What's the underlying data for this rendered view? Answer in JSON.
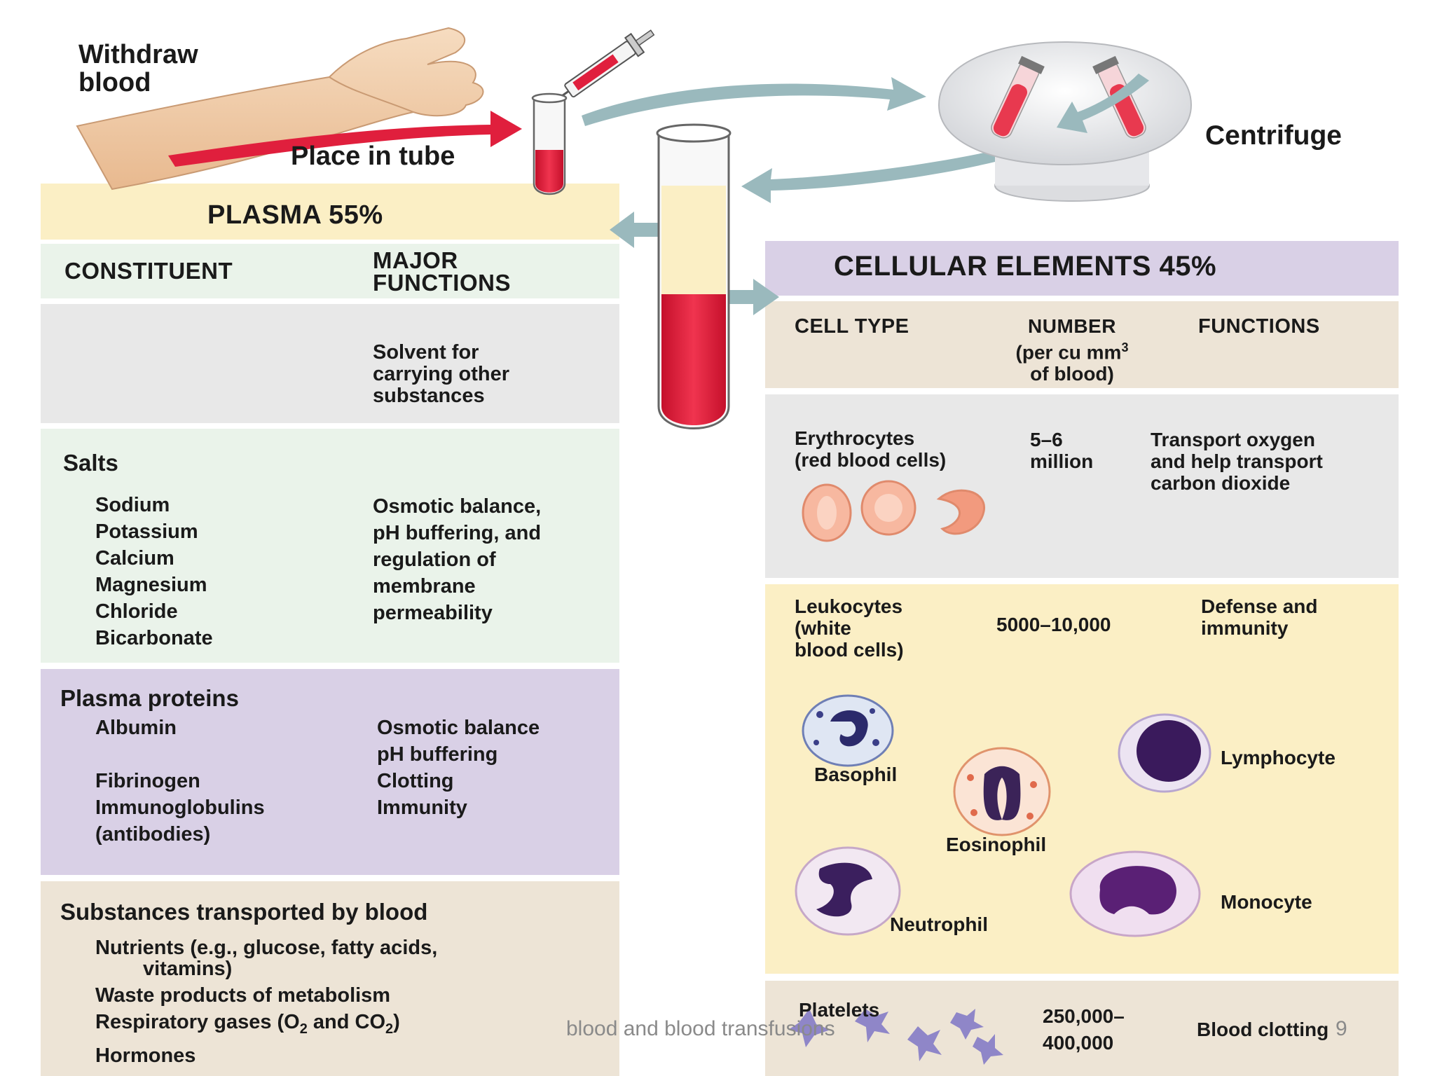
{
  "process": {
    "withdraw": [
      "Withdraw",
      "blood"
    ],
    "place": "Place in tube",
    "centrifuge": "Centrifuge"
  },
  "plasma": {
    "title": "PLASMA 55%",
    "col_constituent": "CONSTITUENT",
    "col_functions": [
      "MAJOR",
      "FUNCTIONS"
    ],
    "water": {
      "constituent": "",
      "functions": [
        "Solvent for",
        "carrying other",
        "substances"
      ]
    },
    "salts": {
      "title": "Salts",
      "items": [
        "Sodium",
        "Potassium",
        "Calcium",
        "Magnesium",
        "Chloride",
        "Bicarbonate"
      ],
      "functions": [
        "Osmotic balance,",
        "pH buffering, and",
        "regulation of",
        "membrane",
        "permeability"
      ]
    },
    "proteins": {
      "title": "Plasma proteins",
      "items": [
        "Albumin",
        "",
        "Fibrinogen",
        "Immunoglobulins",
        "(antibodies)"
      ],
      "functions": [
        "Osmotic balance",
        "pH buffering",
        "Clotting",
        "Immunity"
      ]
    },
    "transported": {
      "title": "Substances transported by blood",
      "items": [
        "Nutrients (e.g., glucose, fatty acids,",
        "vitamins)",
        "Waste products of metabolism",
        "Respiratory gases (O",
        "2",
        " and CO",
        "2",
        ")",
        "Hormones"
      ]
    }
  },
  "cellular": {
    "title": "CELLULAR ELEMENTS 45%",
    "col_type": "CELL TYPE",
    "col_number": [
      "NUMBER",
      "(per cu mm",
      "3",
      "of blood)"
    ],
    "col_functions": "FUNCTIONS",
    "erythrocytes": {
      "type": [
        "Erythrocytes",
        "(red blood cells)"
      ],
      "number": [
        "5–6",
        "million"
      ],
      "functions": [
        "Transport oxygen",
        "and help transport",
        "carbon dioxide"
      ]
    },
    "leukocytes": {
      "type": [
        "Leukocytes",
        "(white",
        "blood cells)"
      ],
      "number": "5000–10,000",
      "functions": [
        "Defense and",
        "immunity"
      ],
      "cells": {
        "basophil": "Basophil",
        "lymphocyte": "Lymphocyte",
        "eosinophil": "Eosinophil",
        "neutrophil": "Neutrophil",
        "monocyte": "Monocyte"
      }
    },
    "platelets": {
      "type": "Platelets",
      "number": [
        "250,000–",
        "400,000"
      ],
      "functions": "Blood clotting"
    }
  },
  "footer": {
    "caption": "blood and blood transfusions",
    "page": "9"
  },
  "colors": {
    "plasma_header": "#fbefc5",
    "green_panel": "#eaf3ea",
    "grey_panel": "#e8e8e8",
    "purple_panel": "#d9d0e6",
    "tan_panel": "#ede4d6",
    "leuko_panel": "#fbefc5",
    "blood_red": "#e01f3d",
    "arrow_teal": "#9ab9bd"
  }
}
